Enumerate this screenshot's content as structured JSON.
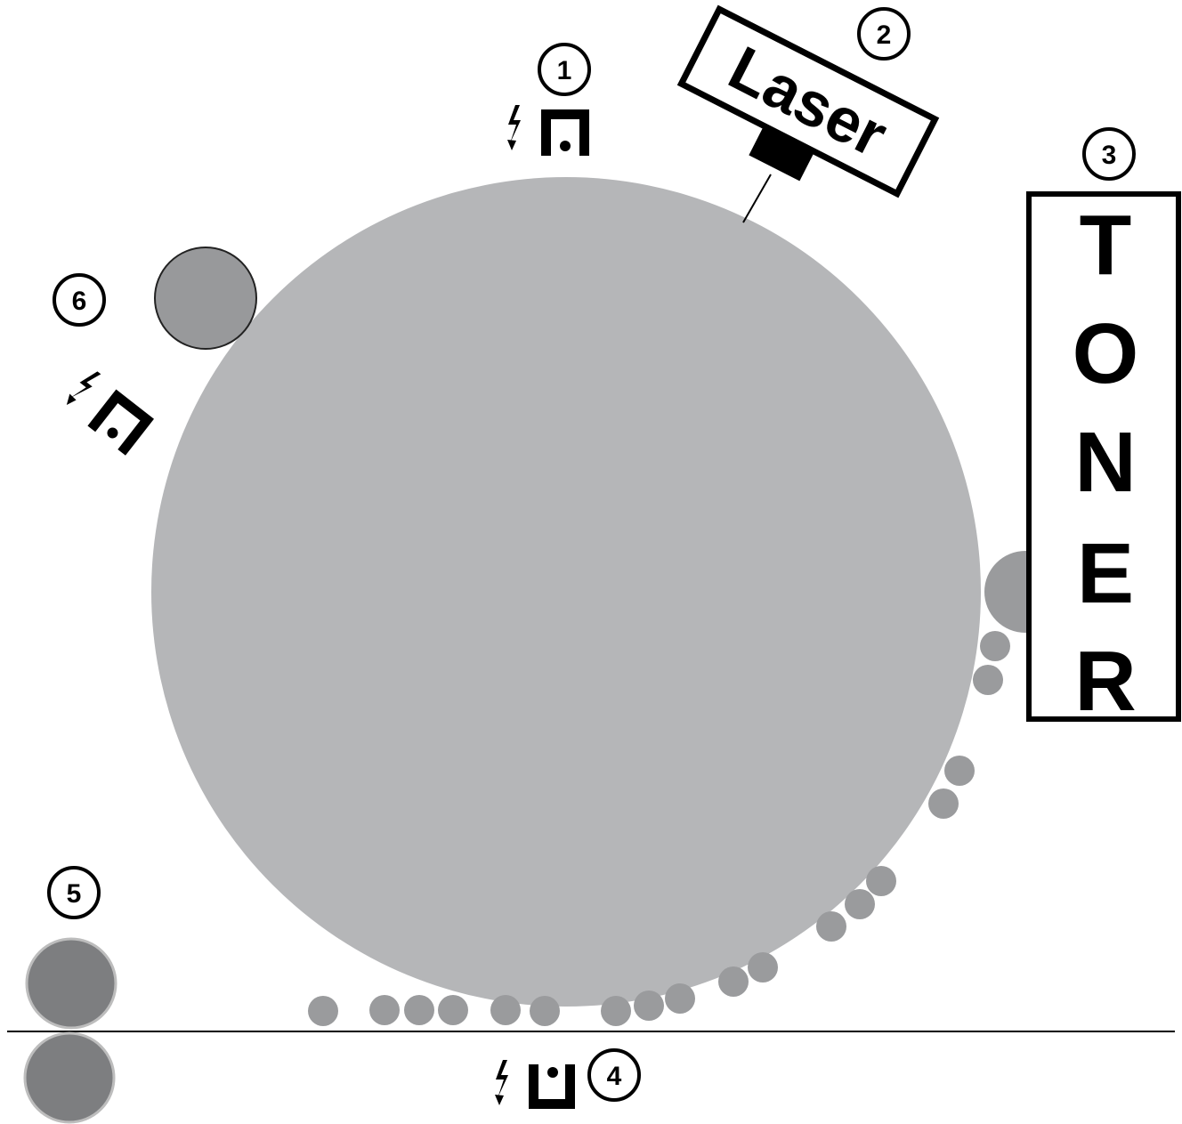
{
  "diagram": {
    "labels": {
      "laser": "Laser",
      "toner_letters": [
        "T",
        "O",
        "N",
        "E",
        "R"
      ]
    },
    "step_numbers": [
      "1",
      "2",
      "3",
      "4",
      "5",
      "6"
    ],
    "colors": {
      "drum": "#b5b6b8",
      "toner_particle": "#9a9b9d",
      "developer_roller": "#9a9b9d",
      "cleaning_roller": "#98999b",
      "fuser_roller": "#7d7e80",
      "ink": "#000000",
      "background": "#ffffff"
    },
    "icons": [
      "charge-icon",
      "laser-head-icon",
      "lightning-icon",
      "numbered-circle-icon"
    ]
  }
}
